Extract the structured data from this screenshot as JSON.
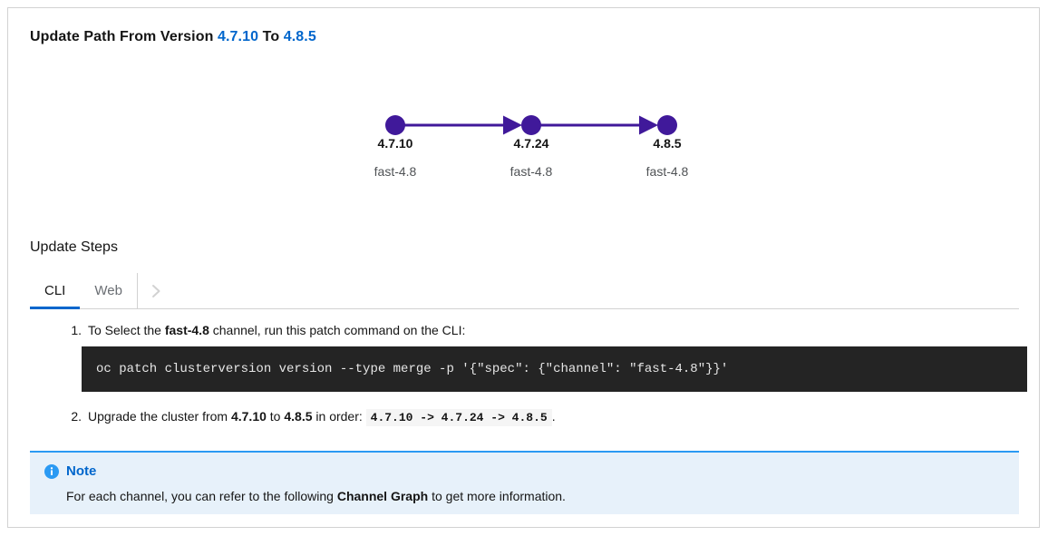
{
  "card": {
    "title": {
      "prefix": "Update Path From Version",
      "from_version": "4.7.10",
      "joiner": "To",
      "to_version": "4.8.5"
    }
  },
  "update_path": {
    "node_color": "#40199a",
    "nodes": [
      {
        "version": "4.7.10",
        "channel": "fast-4.8"
      },
      {
        "version": "4.7.24",
        "channel": "fast-4.8"
      },
      {
        "version": "4.8.5",
        "channel": "fast-4.8"
      }
    ]
  },
  "update_steps": {
    "heading": "Update Steps",
    "tabs": [
      {
        "label": "CLI",
        "active": true
      },
      {
        "label": "Web",
        "active": false
      }
    ],
    "scroll_right_icon": "chevron-right-icon",
    "accent_color": "#0066cc",
    "steps": [
      {
        "number": "1.",
        "text_before": "To Select the ",
        "bold": "fast-4.8",
        "text_after": " channel, run this patch command on the CLI:",
        "code": "oc patch clusterversion version --type merge -p '{\"spec\": {\"channel\": \"fast-4.8\"}}'"
      },
      {
        "number": "2.",
        "text_before": "Upgrade the cluster from ",
        "bold_from": "4.7.10",
        "text_mid": " to ",
        "bold_to": "4.8.5",
        "text_after": " in order: ",
        "inline_code": "4.7.10 -> 4.7.24 -> 4.8.5",
        "text_end": "."
      }
    ]
  },
  "note": {
    "icon": "info-circle-icon",
    "title": "Note",
    "body_before": "For each channel, you can refer to the following ",
    "body_bold": "Channel Graph",
    "body_after": " to get more information.",
    "border_color": "#2b9af3",
    "background": "#e7f1fa"
  }
}
